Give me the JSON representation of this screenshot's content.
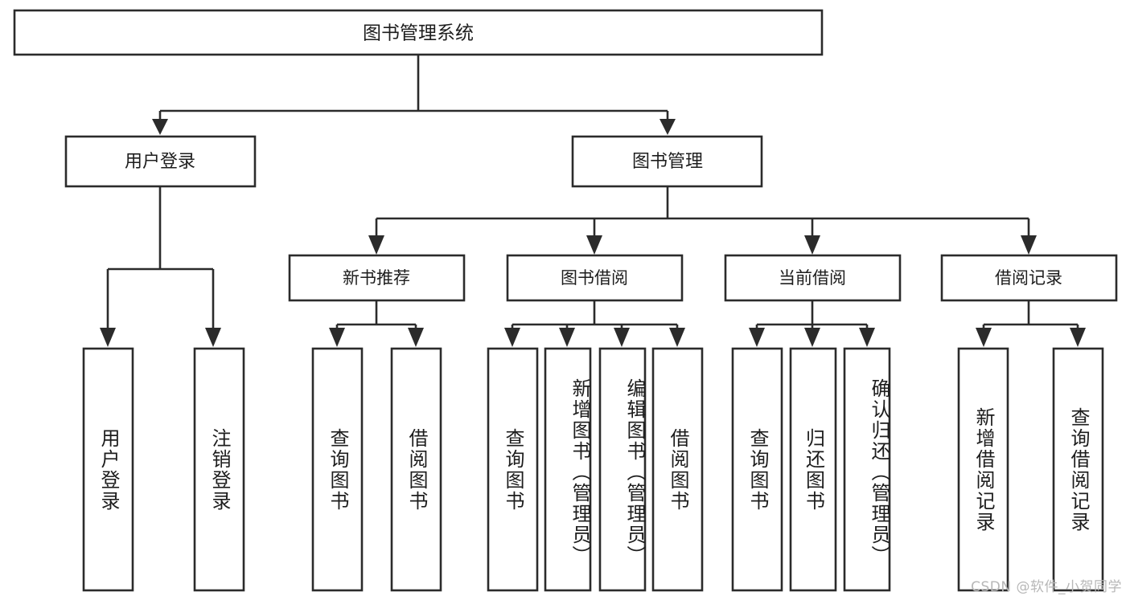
{
  "diagram": {
    "title": "图书管理系统",
    "type": "hierarchy-tree",
    "watermark": "CSDN @软件_小贺同学",
    "colors": {
      "stroke": "#2b2b2b",
      "box_fill": "#ffffff",
      "text": "#1d1d1d",
      "watermark": "#b7b7b7",
      "background": "#ffffff"
    },
    "root": {
      "label": "图书管理系统",
      "orientation": "horizontal"
    },
    "level1": [
      {
        "label": "用户登录",
        "orientation": "horizontal"
      },
      {
        "label": "图书管理",
        "orientation": "horizontal"
      }
    ],
    "level2": [
      {
        "label": "新书推荐",
        "orientation": "horizontal"
      },
      {
        "label": "图书借阅",
        "orientation": "horizontal"
      },
      {
        "label": "当前借阅",
        "orientation": "horizontal"
      },
      {
        "label": "借阅记录",
        "orientation": "horizontal"
      }
    ],
    "leaves": [
      {
        "label": "用户登录",
        "parent": "用户登录",
        "orientation": "vertical"
      },
      {
        "label": "注销登录",
        "parent": "用户登录",
        "orientation": "vertical"
      },
      {
        "label": "查询图书",
        "parent": "新书推荐",
        "orientation": "vertical"
      },
      {
        "label": "借阅图书",
        "parent": "新书推荐",
        "orientation": "vertical"
      },
      {
        "label": "查询图书",
        "parent": "图书借阅",
        "orientation": "vertical"
      },
      {
        "label": "新增图书（管理员）",
        "parent": "图书借阅",
        "orientation": "vertical"
      },
      {
        "label": "编辑图书（管理员）",
        "parent": "图书借阅",
        "orientation": "vertical"
      },
      {
        "label": "借阅图书",
        "parent": "图书借阅",
        "orientation": "vertical"
      },
      {
        "label": "查询图书",
        "parent": "当前借阅",
        "orientation": "vertical"
      },
      {
        "label": "归还图书",
        "parent": "当前借阅",
        "orientation": "vertical"
      },
      {
        "label": "确认归还（管理员）",
        "parent": "当前借阅",
        "orientation": "vertical"
      },
      {
        "label": "新增借阅记录",
        "parent": "借阅记录",
        "orientation": "vertical"
      },
      {
        "label": "查询借阅记录",
        "parent": "借阅记录",
        "orientation": "vertical"
      }
    ]
  }
}
